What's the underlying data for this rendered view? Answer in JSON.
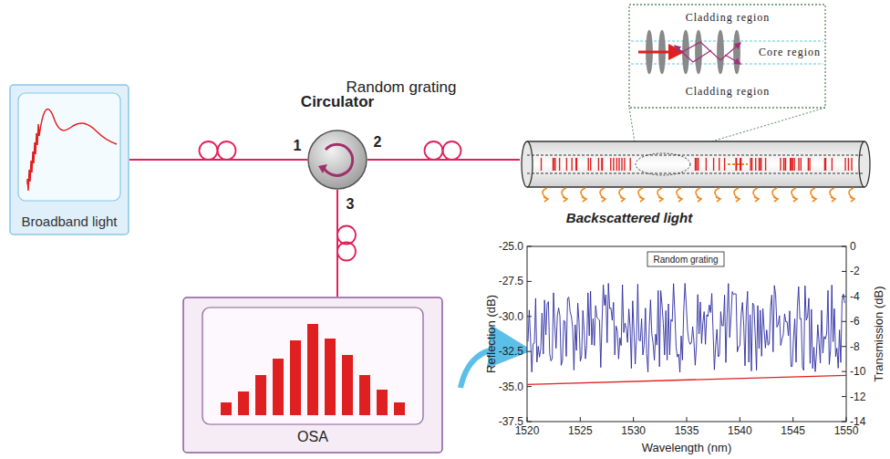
{
  "diagram": {
    "nodes": [
      {
        "text": [
          "Broadband light"
        ]
      },
      {
        "text": [
          "Circulator"
        ]
      },
      {
        "text": [
          "Backscattered light"
        ]
      },
      {
        "text": [
          "OSA"
        ]
      }
    ],
    "edges": [
      {
        "from": 0,
        "to": 1,
        "arrow": "none"
      },
      {
        "from": 1,
        "to": 2,
        "arrow": "none"
      },
      {
        "from": 1,
        "to": 3,
        "arrow": "none"
      }
    ],
    "labels": [
      "1",
      "2",
      "3",
      "Random grating",
      "Cladding region",
      "Core region",
      "Cladding region",
      "-25.0",
      "-27.5",
      "-30.0",
      "-32.5",
      "-35.0",
      "-37.5",
      "Reflection (dB)",
      "0",
      "-2",
      "-4",
      "-6",
      "-8",
      "-10",
      "-12",
      "-14",
      "Transmission (dB)",
      "1520",
      "1525",
      "1530",
      "1535",
      "1540",
      "1545",
      "1550",
      "Wavelength (nm)",
      "Random grating"
    ]
  }
}
